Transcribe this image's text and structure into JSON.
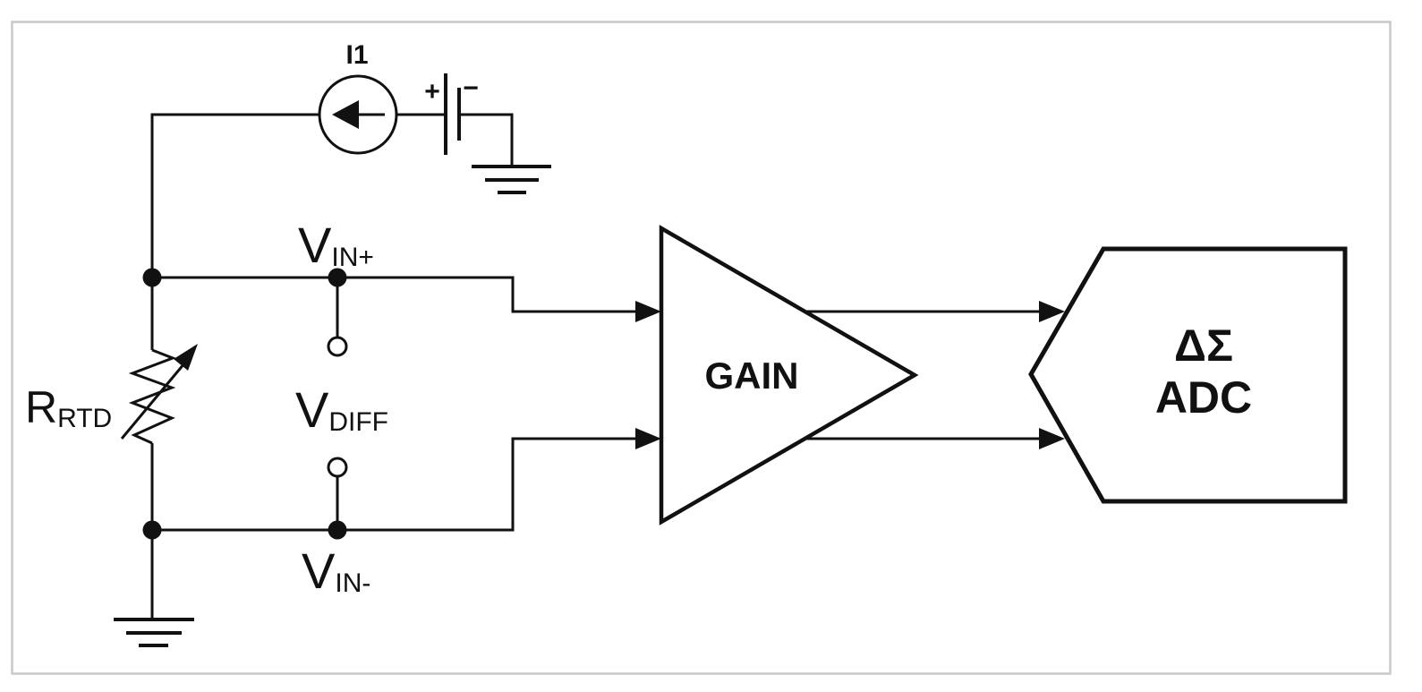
{
  "figure": {
    "title": "RTD measurement signal chain schematic",
    "colors": {
      "line": "#111111",
      "border": "#c9c9c9",
      "background": "#ffffff"
    },
    "labels": {
      "current_source": "I1",
      "battery_plus": "+",
      "battery_minus": "−",
      "resistor_main": "R",
      "resistor_sub": "RTD",
      "vin_plus_main": "V",
      "vin_plus_sub": "IN+",
      "vdiff_main": "V",
      "vdiff_sub": "DIFF",
      "vin_minus_main": "V",
      "vin_minus_sub": "IN-",
      "gain": "GAIN",
      "adc_line1": "ΔΣ",
      "adc_line2": "ADC"
    },
    "components": [
      {
        "type": "current-source",
        "label": "I1"
      },
      {
        "type": "battery",
        "labels": [
          "+",
          "−"
        ]
      },
      {
        "type": "variable-resistor",
        "label": "RRTD"
      },
      {
        "type": "test-point",
        "label": "VIN+"
      },
      {
        "type": "differential-voltage",
        "label": "VDIFF"
      },
      {
        "type": "test-point",
        "label": "VIN-"
      },
      {
        "type": "amplifier-block",
        "label": "GAIN"
      },
      {
        "type": "adc-block",
        "label": "ΔΣ ADC"
      },
      {
        "type": "ground",
        "count": 2
      }
    ]
  }
}
